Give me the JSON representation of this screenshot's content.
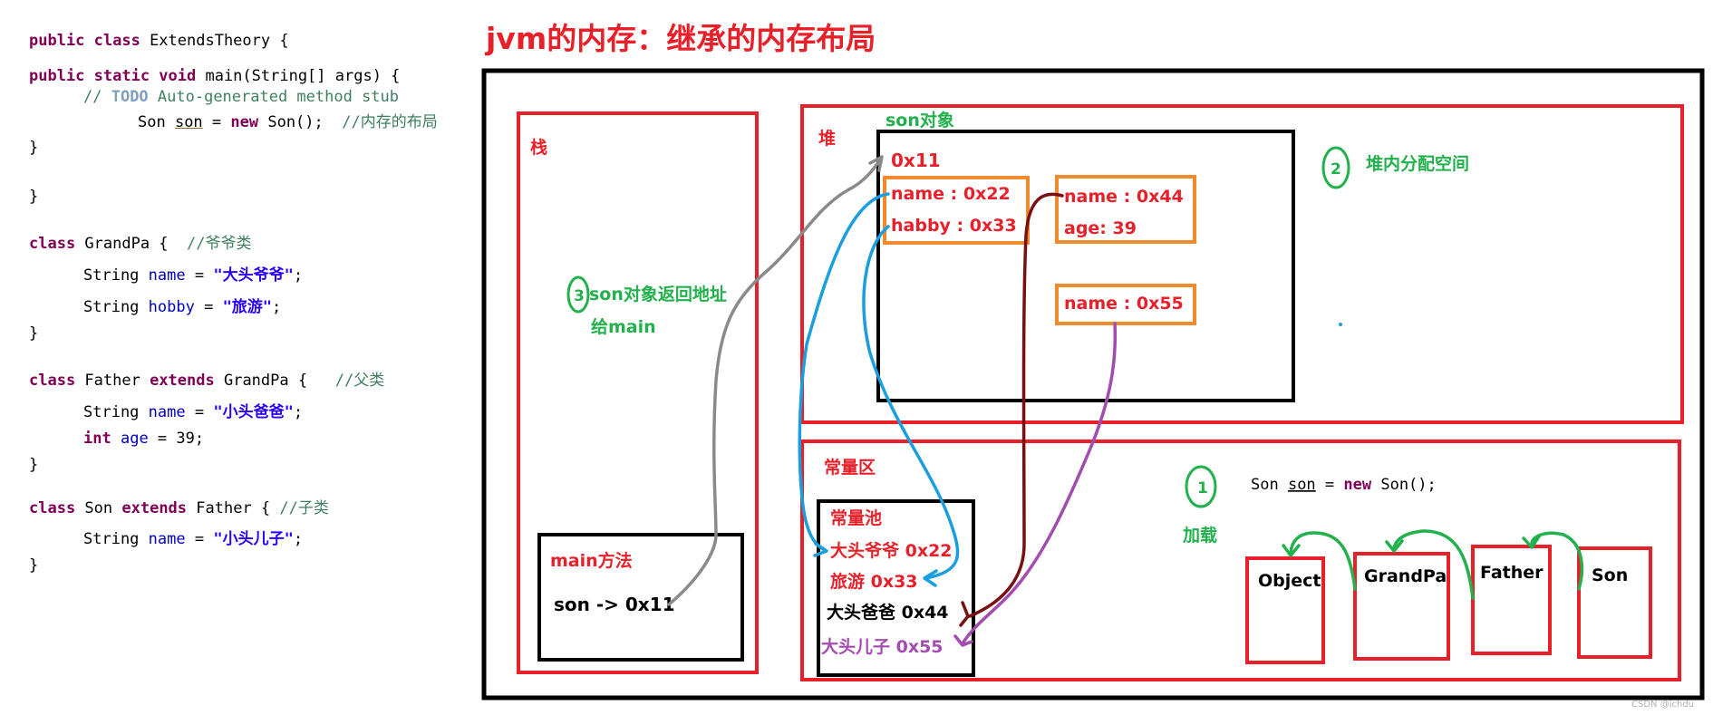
{
  "code": {
    "l1": {
      "kw": "public class",
      "rest": " ExtendsTheory {"
    },
    "l2": {
      "kw1": "public static void",
      "rest": " main(String[] args) {"
    },
    "l3": {
      "cm": "// ",
      "todo": "TODO",
      "cm2": " Auto-generated method stub"
    },
    "l4": {
      "a": "Son ",
      "var": "son",
      "b": " = ",
      "kw": "new",
      "c": " Son();  ",
      "cm": "//内存的布局"
    },
    "l5": "}",
    "l6": "}",
    "l7": {
      "kw": "class",
      "rest": " GrandPa {  ",
      "cm": "//爷爷类"
    },
    "l8": {
      "a": "String ",
      "fld": "name",
      "b": " = ",
      "str": "\"大头爷爷\"",
      "c": ";"
    },
    "l9": {
      "a": "String ",
      "fld": "hobby",
      "b": " = ",
      "str": "\"旅游\"",
      "c": ";"
    },
    "l10": "}",
    "l11": {
      "kw": "class",
      "mid": " Father ",
      "kw2": "extends",
      "rest": " GrandPa {   ",
      "cm": "//父类"
    },
    "l12": {
      "a": "String ",
      "fld": "name",
      "b": " = ",
      "str": "\"小头爸爸\"",
      "c": ";"
    },
    "l13": {
      "kw": "int",
      "b": " ",
      "fld": "age",
      "c": " = 39;"
    },
    "l14": "}",
    "l15": {
      "kw": "class",
      "mid": " Son ",
      "kw2": "extends",
      "rest": " Father { ",
      "cm": "//子类"
    },
    "l16": {
      "a": "String ",
      "fld": "name",
      "b": " = ",
      "str": "\"小头儿子\"",
      "c": ";"
    },
    "l17": "}"
  },
  "diagram": {
    "title": "jvm的内存：继承的内存布局",
    "stack": {
      "label": "栈",
      "step3_num": "3",
      "step3_line1": "son对象返回地址",
      "step3_line2": "给main",
      "main_label": "main方法",
      "main_var": "son -> 0x11"
    },
    "heap": {
      "label": "堆",
      "obj_label": "son对象",
      "obj_addr": "0x11",
      "grandpa_name": "name : 0x22",
      "grandpa_hobby": "habby : 0x33",
      "father_name": "name : 0x44",
      "father_age": "age: 39",
      "son_name": "name : 0x55",
      "step2_num": "2",
      "step2_text": "堆内分配空间"
    },
    "constant_area": {
      "label": "常量区",
      "pool_label": "常量池",
      "entries": [
        "大头爷爷  0x22",
        "旅游  0x33",
        "大头爸爸  0x44",
        "大头儿子  0x55"
      ],
      "step1_num": "1",
      "load_label": "加载",
      "code_a": "Son ",
      "code_var": "son",
      "code_b": " = ",
      "code_kw": "new",
      "code_c": " Son();",
      "classes": [
        "Object",
        "GrandPa",
        "Father",
        "Son"
      ]
    },
    "watermark": "CSDN @ichdu"
  },
  "colors": {
    "red": "#e8202a",
    "green": "#22b14c",
    "orange": "#f08a2c",
    "gray": "#8a8a8a",
    "blue": "#1a9ee0",
    "darkred": "#7a0f12",
    "purple": "#a24cb0",
    "black": "#000000"
  }
}
